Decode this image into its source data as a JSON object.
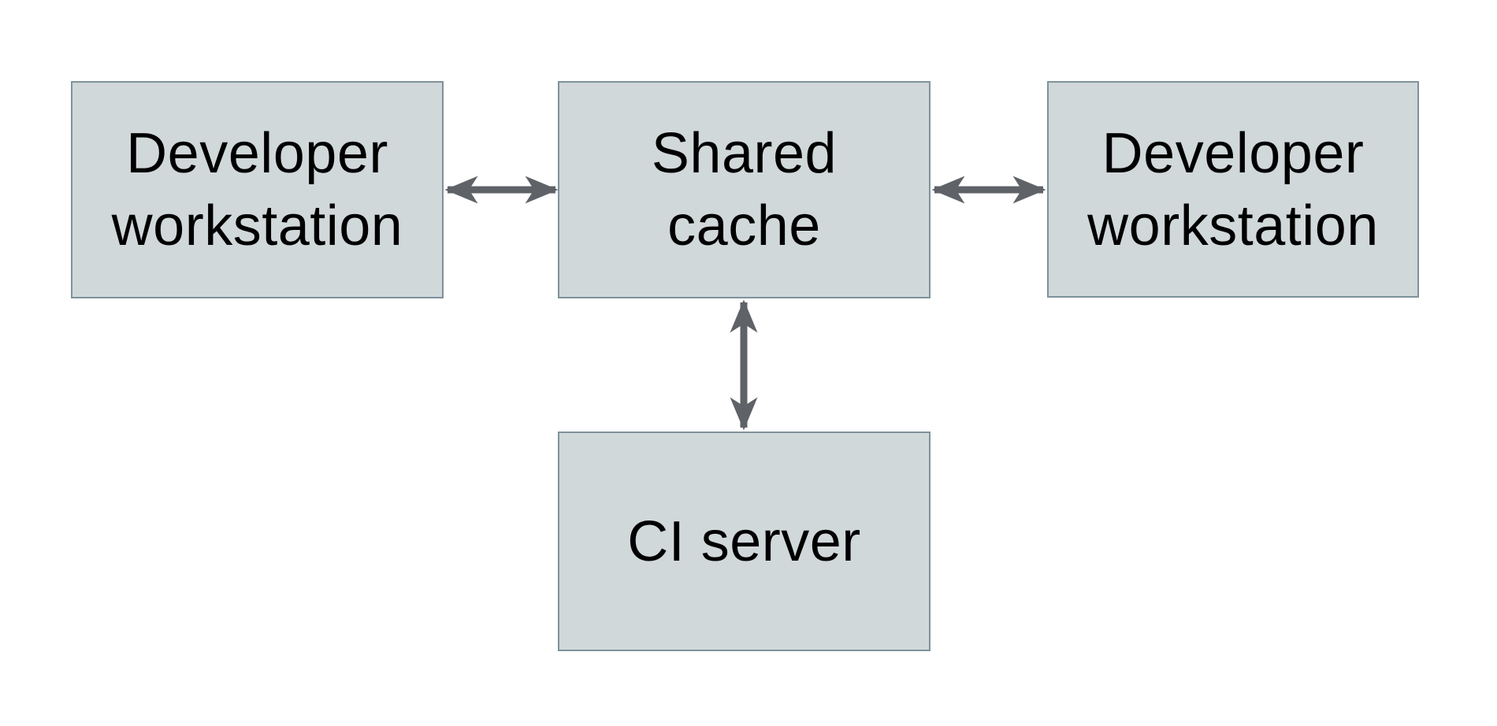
{
  "colors": {
    "background": "#ffffff",
    "node_fill": "#d1d8da",
    "node_border": "#7e929b",
    "arrow": "#5f6368",
    "text": "#000000"
  },
  "nodes": {
    "dev_left": {
      "label": "Developer workstation",
      "lines": [
        "Developer",
        "workstation"
      ]
    },
    "shared_cache": {
      "label": "Shared cache",
      "lines": [
        "Shared",
        "cache"
      ]
    },
    "dev_right": {
      "label": "Developer workstation",
      "lines": [
        "Developer",
        "workstation"
      ]
    },
    "ci_server": {
      "label": "CI server",
      "lines": [
        "CI server"
      ]
    }
  },
  "edges": [
    {
      "from": "dev_left",
      "to": "shared_cache",
      "direction": "bidirectional"
    },
    {
      "from": "shared_cache",
      "to": "dev_right",
      "direction": "bidirectional"
    },
    {
      "from": "shared_cache",
      "to": "ci_server",
      "direction": "bidirectional"
    }
  ]
}
